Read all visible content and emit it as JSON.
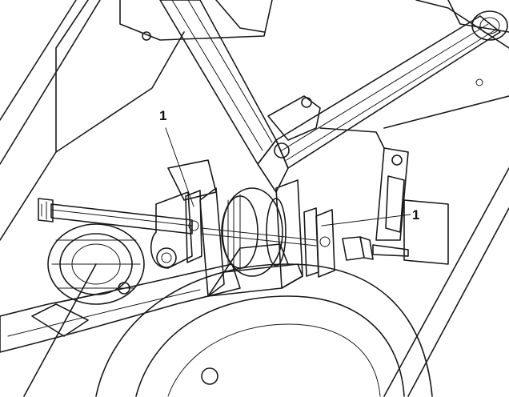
{
  "figure": {
    "callouts": [
      {
        "id": "callout-left",
        "label": "1"
      },
      {
        "id": "callout-right",
        "label": "1"
      }
    ],
    "colors": {
      "background": "#ffffff",
      "line": "#1a1a1a",
      "light_fill": "#f4f4f4",
      "mid_fill": "#e6e6e6",
      "shadow_fill": "#cfcfcf",
      "dark_fill": "#9a9a9a"
    }
  }
}
